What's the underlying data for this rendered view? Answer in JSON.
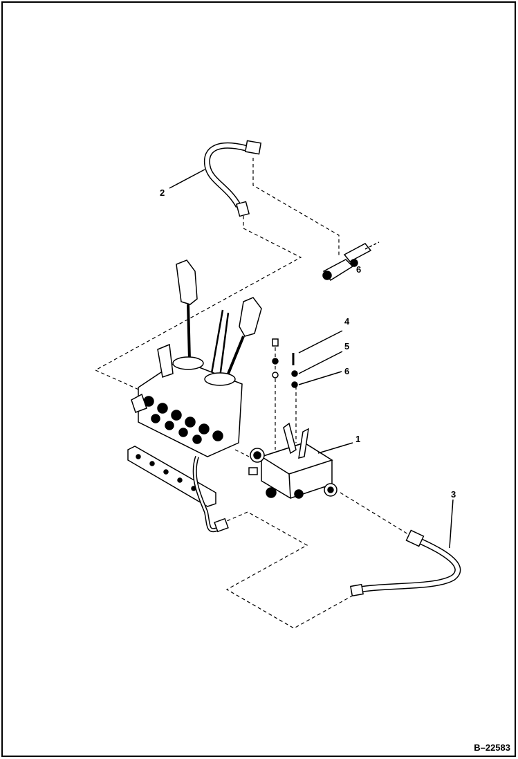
{
  "figure": {
    "id_label": "B–22583"
  },
  "callouts": [
    {
      "number": "1",
      "part": "valve"
    },
    {
      "number": "2",
      "part": "hose"
    },
    {
      "number": "3",
      "part": "hose"
    },
    {
      "number": "4",
      "part": "pin"
    },
    {
      "number": "5",
      "part": "washer"
    },
    {
      "number": "6",
      "part": "o-ring"
    },
    {
      "number": "6",
      "part": "o-ring"
    }
  ],
  "colors": {
    "line": "#000000",
    "background": "#ffffff",
    "border": "#000000"
  }
}
